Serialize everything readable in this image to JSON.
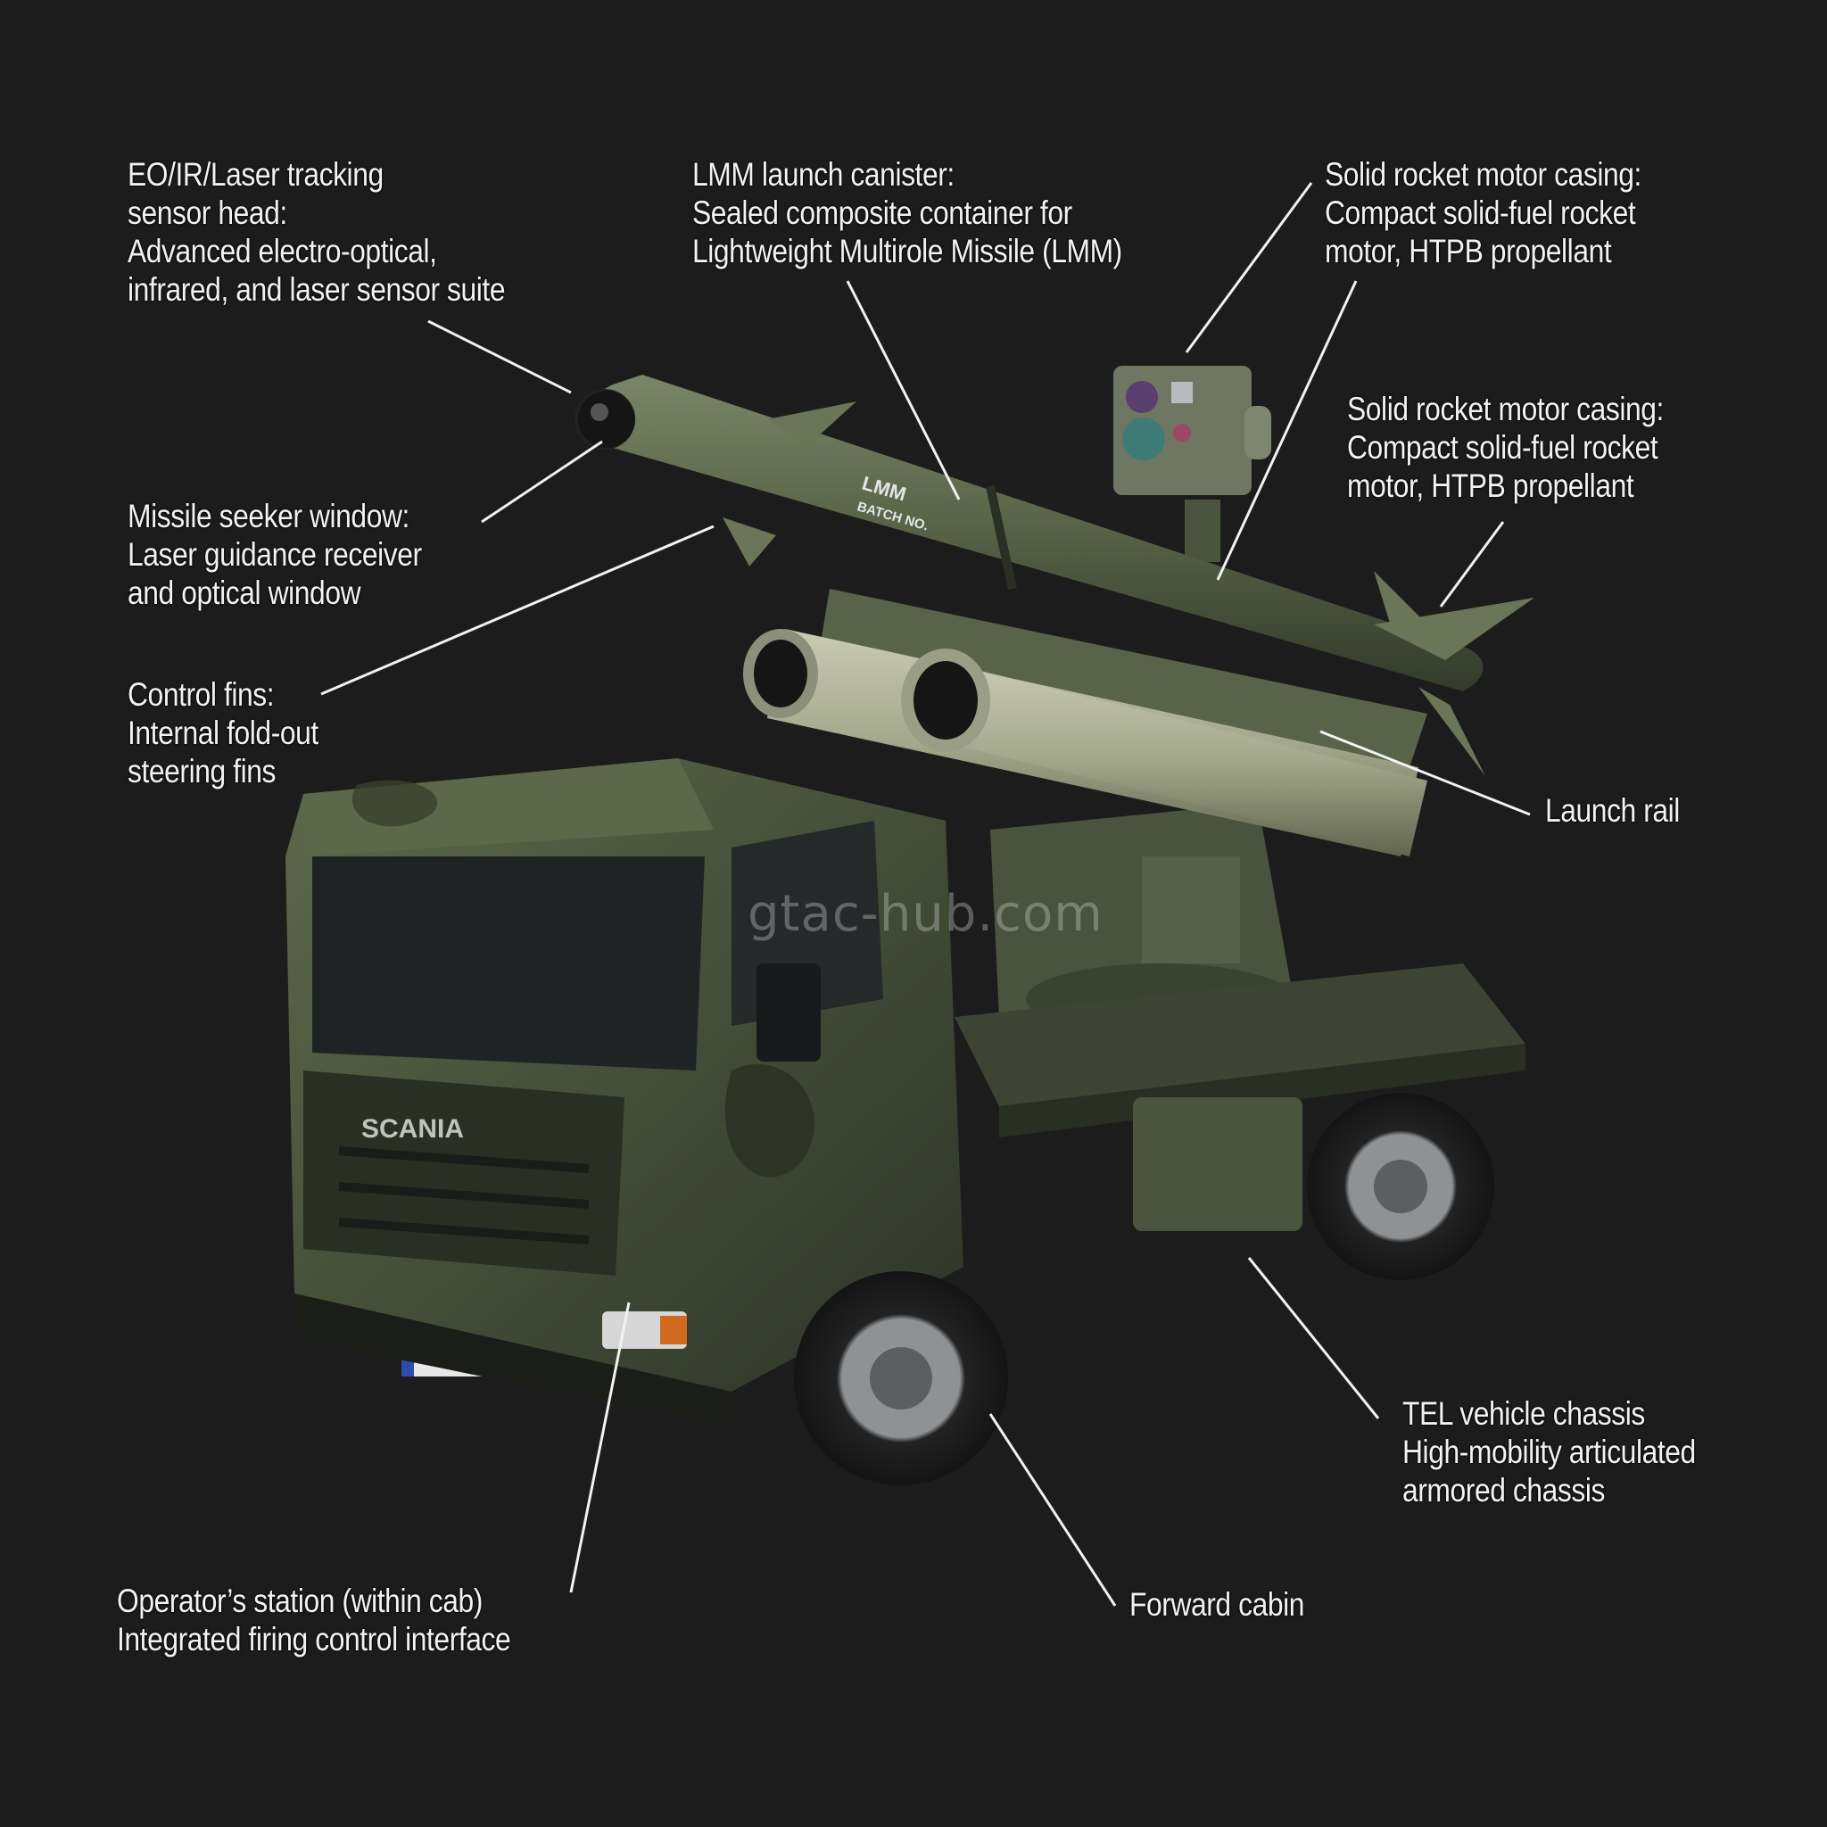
{
  "diagram": {
    "subject": "Truck-mounted LMM missile launcher (TEL)",
    "background_color": "#1c1c1c",
    "label_color": "#f2f2f2",
    "watermark": "gtac-hub.com",
    "missile_markings": {
      "name": "LMM",
      "batch": "BATCH NO."
    },
    "grille_badge": "SCANIA",
    "labels": [
      {
        "id": "sensor_head",
        "lines": [
          "EO/IR/Laser tracking",
          "sensor head:",
          "Advanced electro-optical,",
          "infrared, and laser sensor suite"
        ]
      },
      {
        "id": "launch_canister",
        "lines": [
          "LMM launch canister:",
          "Sealed composite container for",
          "Lightweight Multirole Missile (LMM)"
        ]
      },
      {
        "id": "rocket_motor_1",
        "lines": [
          "Solid rocket motor casing:",
          "Compact solid-fuel rocket",
          "motor, HTPB propellant"
        ]
      },
      {
        "id": "rocket_motor_2",
        "lines": [
          "Solid rocket motor casing:",
          "Compact solid-fuel rocket",
          "motor, HTPB propellant"
        ]
      },
      {
        "id": "seeker_window",
        "lines": [
          "Missile seeker window:",
          "Laser guidance receiver",
          "and optical window"
        ]
      },
      {
        "id": "control_fins",
        "lines": [
          "Control fins:",
          "Internal fold-out",
          "steering fins"
        ]
      },
      {
        "id": "launch_rail",
        "lines": [
          "Launch rail"
        ]
      },
      {
        "id": "tel_chassis",
        "lines": [
          "TEL vehicle chassis",
          "High-mobility articulated",
          "armored chassis"
        ]
      },
      {
        "id": "operator_station",
        "lines": [
          "Operator’s station (within cab)",
          "Integrated firing control interface"
        ]
      },
      {
        "id": "forward_cabin",
        "lines": [
          "Forward cabin"
        ]
      }
    ]
  }
}
